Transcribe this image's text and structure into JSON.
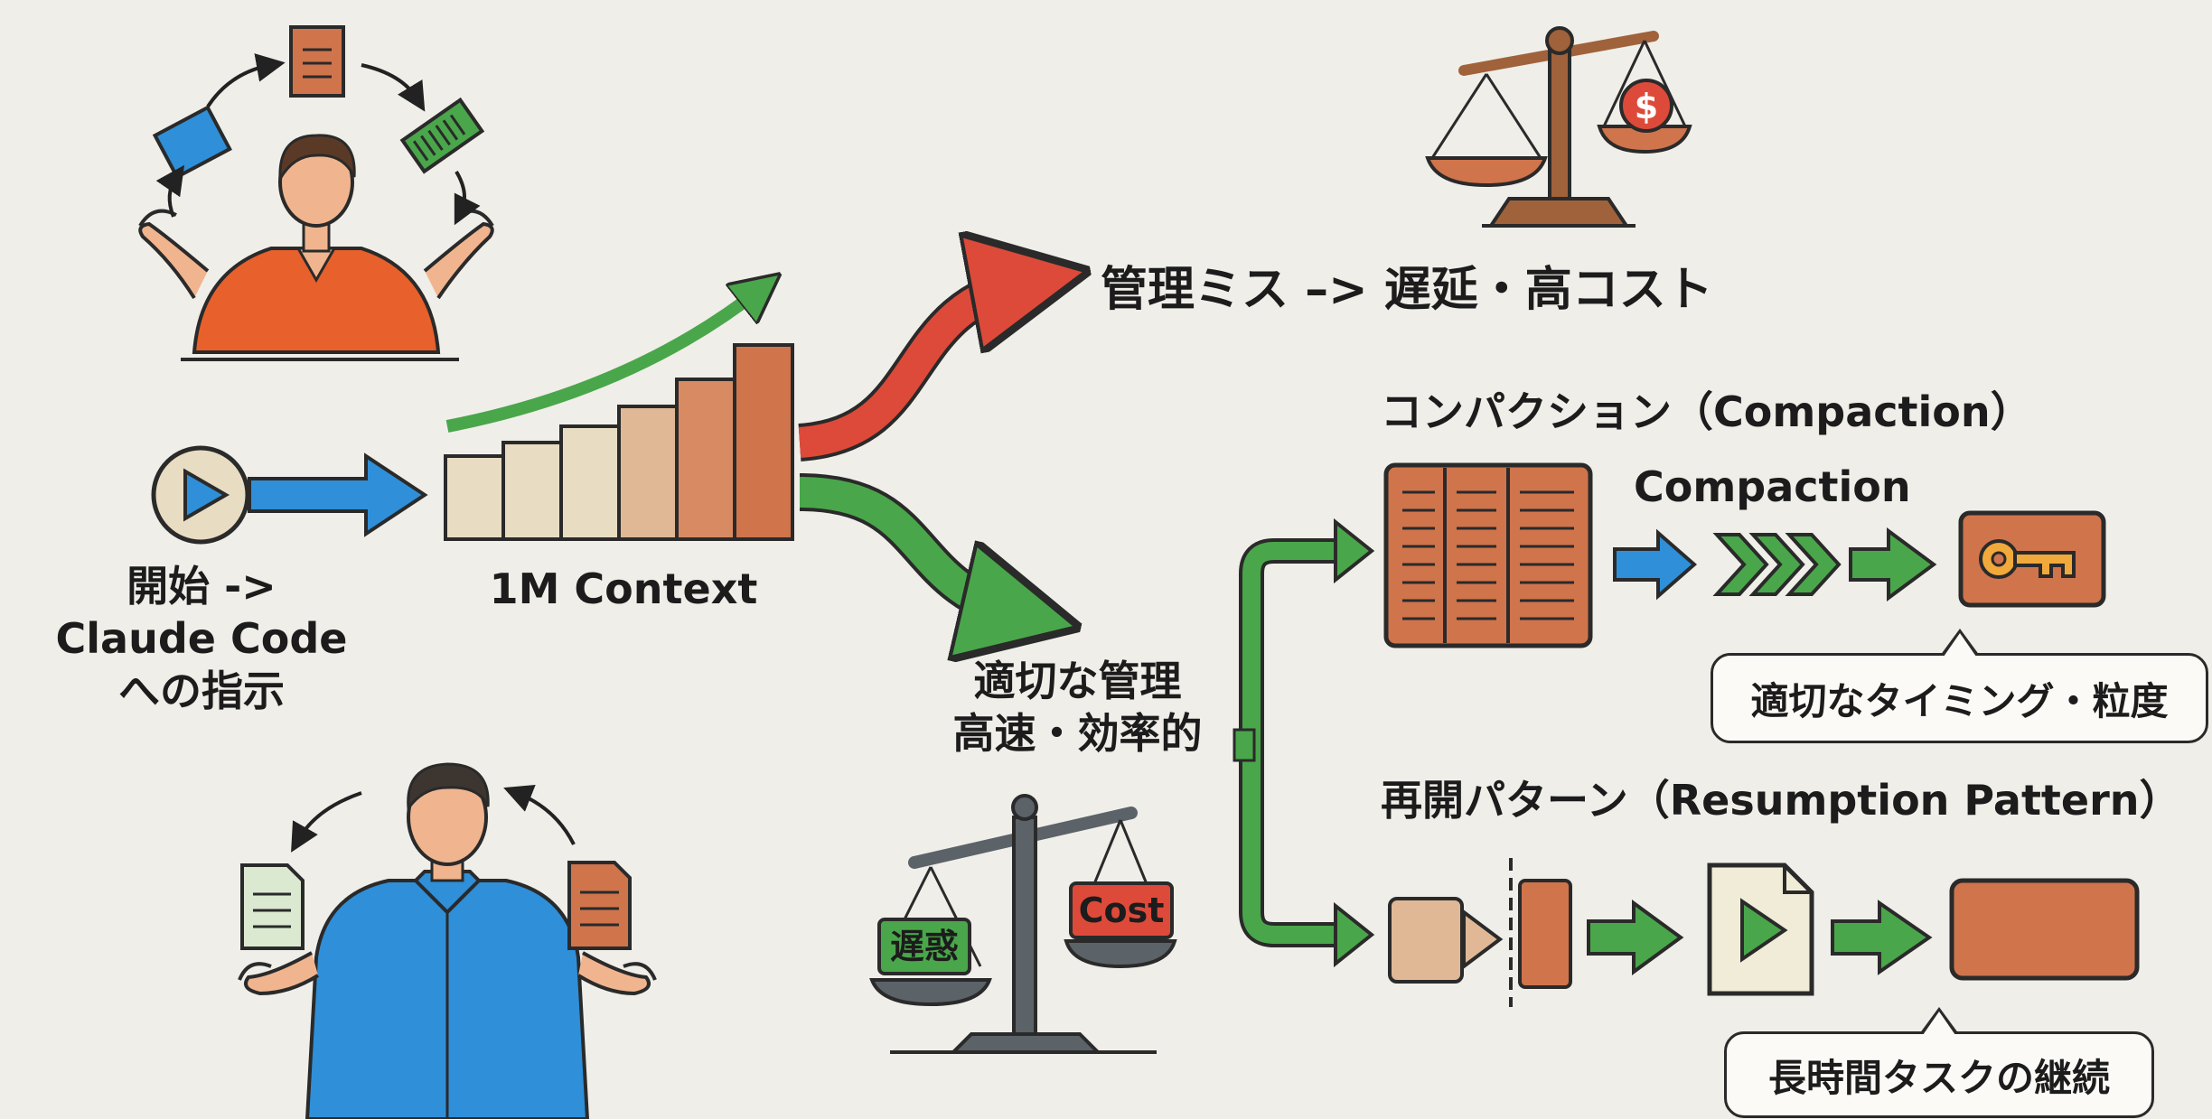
{
  "start_label": [
    "開始 ->",
    "Claude Code",
    "への指示"
  ],
  "context_label": "1M Context",
  "bad_outcome_label": "管理ミス –> 遅延・高コスト",
  "good_outcome_label": [
    "適切な管理",
    "高速・効率的"
  ],
  "compaction_heading": "コンパクション（Compaction）",
  "compaction_sublabel": "Compaction",
  "compaction_bubble": "適切なタイミング・粒度",
  "resumption_heading": "再開パターン（Resumption Pattern）",
  "resumption_bubble": "長時間タスクの継続",
  "scale_bottom_left_tag": "遅惑",
  "scale_bottom_right_tag": "Cost",
  "scale_top_right_symbol": "$",
  "colors": {
    "background": "#efeee9",
    "orange": "#d0744c",
    "green": "#4aa64a",
    "red": "#dd4a3a",
    "blue": "#2f8fd8",
    "beige": "#e8dcc2"
  }
}
